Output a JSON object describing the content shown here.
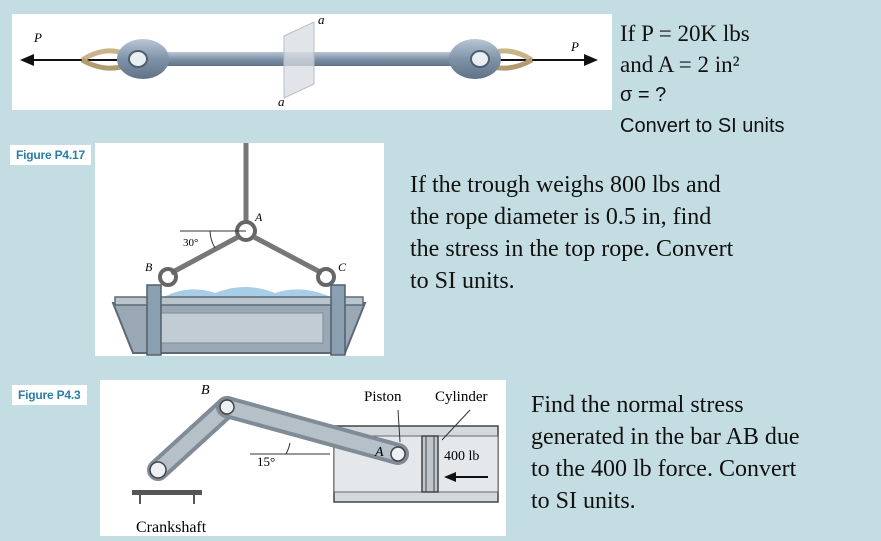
{
  "figure_tags": {
    "trough": "Figure P4.17",
    "crank": "Figure P4.3"
  },
  "problem1": {
    "lines": [
      "If P = 20K lbs",
      "and A = 2 in²",
      "σ  = ?",
      "Convert to SI units"
    ]
  },
  "problem2": {
    "lines": [
      "If the trough weighs 800 lbs and",
      "the rope diameter is 0.5 in, find",
      "the stress in the top rope. Convert",
      "to SI units."
    ]
  },
  "problem3": {
    "lines": [
      "Find the normal stress",
      "generated in the bar AB due",
      "to the 400 lb force. Convert",
      "to SI units."
    ]
  },
  "bar_figure": {
    "p_left": "P",
    "p_right": "P",
    "section_top": "a",
    "section_bottom": "a"
  },
  "trough_figure": {
    "label_a": "A",
    "label_b": "B",
    "label_c": "C",
    "angle": "30°"
  },
  "crank_figure": {
    "label_b": "B",
    "label_a": "A",
    "piston": "Piston",
    "cylinder": "Cylinder",
    "force": "400 lb",
    "angle": "15°",
    "crankshaft": "Crankshaft"
  },
  "colors": {
    "background": "#c3dde3",
    "tag_text": "#2a7ea6",
    "steel": "#8fa2b4",
    "rope": "#c9b48a"
  }
}
